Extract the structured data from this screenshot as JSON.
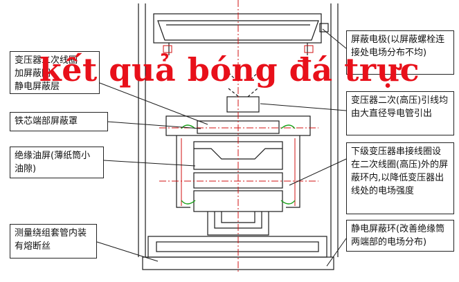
{
  "banner": "kết quả bóng đá trực",
  "labels": {
    "top_left": "变压器二次线圈\n加屏蔽圈\n静电屏蔽层",
    "core_shield": "铁芯端部屏蔽罩",
    "oil_screen": "绝缘油屏(薄纸筒小油隙)",
    "fuse": "测量绕组套管内装有熔断丝",
    "shield_electrode": "屏蔽电极(以屏蔽螺栓连接处电场分布不均)",
    "secondary_lead": "变压器二次(高压)引线均由大直径导电管引出",
    "lower_transformer": "下级变压器串接线圈设在二次线圈(高压)外的屏蔽环内,以降低变压器出线处的电场强度",
    "static_ring": "静电屏蔽环(改善绝缘筒两端部的电场分布)"
  },
  "colors": {
    "line": "#1a1a1a",
    "center": "#d01010",
    "green": "#16a016",
    "banner": "#e8101a"
  }
}
